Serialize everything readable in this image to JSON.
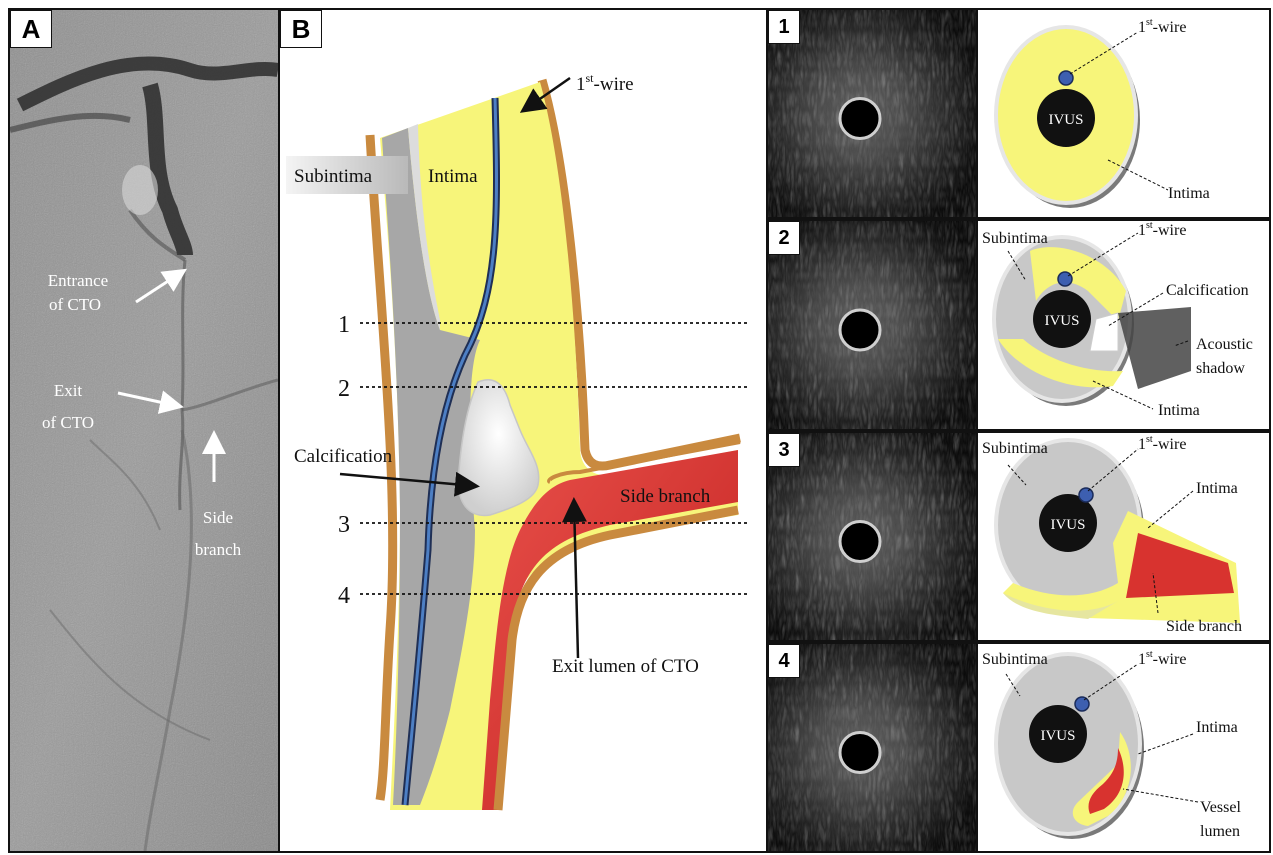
{
  "panel_a": {
    "label": "A",
    "annotations": {
      "entrance_line1": "Entrance",
      "entrance_line2": "of CTO",
      "exit_line1": "Exit",
      "exit_line2": "of CTO",
      "side_line1": "Side",
      "side_line2": "branch"
    }
  },
  "panel_b": {
    "label": "B",
    "wire_label": "1",
    "wire_sup": "st",
    "wire_suffix": "-wire",
    "subintima": "Subintima",
    "intima": "Intima",
    "calcification": "Calcification",
    "side_branch": "Side branch",
    "exit_lumen": "Exit lumen of CTO",
    "levels": [
      "1",
      "2",
      "3",
      "4"
    ]
  },
  "ivus_panels": [
    {
      "number": "1",
      "ivus": "IVUS",
      "wire_main": "1",
      "wire_sup": "st",
      "wire_suffix": "-wire",
      "intima": "Intima"
    },
    {
      "number": "2",
      "ivus": "IVUS",
      "subintima": "Subintima",
      "wire_main": "1",
      "wire_sup": "st",
      "wire_suffix": "-wire",
      "calcification": "Calcification",
      "shadow1": "Acoustic",
      "shadow2": "shadow",
      "intima": "Intima"
    },
    {
      "number": "3",
      "ivus": "IVUS",
      "subintima": "Subintima",
      "wire_main": "1",
      "wire_sup": "st",
      "wire_suffix": "-wire",
      "intima": "Intima",
      "side_branch": "Side branch"
    },
    {
      "number": "4",
      "ivus": "IVUS",
      "subintima": "Subintima",
      "wire_main": "1",
      "wire_sup": "st",
      "wire_suffix": "-wire",
      "intima": "Intima",
      "vessel1": "Vessel",
      "vessel2": "lumen"
    }
  ],
  "colors": {
    "intima": "#f7f57a",
    "subintima": "#c8c8c8",
    "adventitia": "#c98a3f",
    "wire": "#2f5b9a",
    "side_branch": "#d8332f",
    "ivus_core": "#111111"
  }
}
